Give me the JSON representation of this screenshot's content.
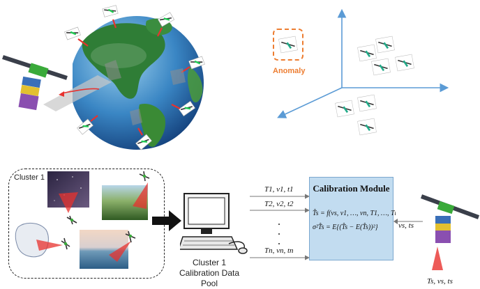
{
  "anomaly": {
    "label": "Anomaly"
  },
  "cluster": {
    "label": "Cluster 1"
  },
  "pool": {
    "line1": "Cluster 1",
    "line2": "Calibration Data Pool"
  },
  "inputs": [
    {
      "label": "T1, v1, t1"
    },
    {
      "label": "T2, v2, t2"
    },
    {
      "label": "Tn, vn, tn"
    }
  ],
  "calibration": {
    "title": "Calibration Module",
    "eq1": "T̂s = f(vs, v1, …, vn, T1, …, Tn)",
    "eq2": "σ²T̂s = E{(T̂s − E(T̂s))²}"
  },
  "sensor": {
    "input_label": "vs, ts",
    "output_label": "Ts, vs, ts"
  },
  "colors": {
    "arrow_blue": "#5b9bd5",
    "anomaly_orange": "#ed7d31",
    "module_fill": "#c2dcf0",
    "beam_red": "#e8322e"
  }
}
